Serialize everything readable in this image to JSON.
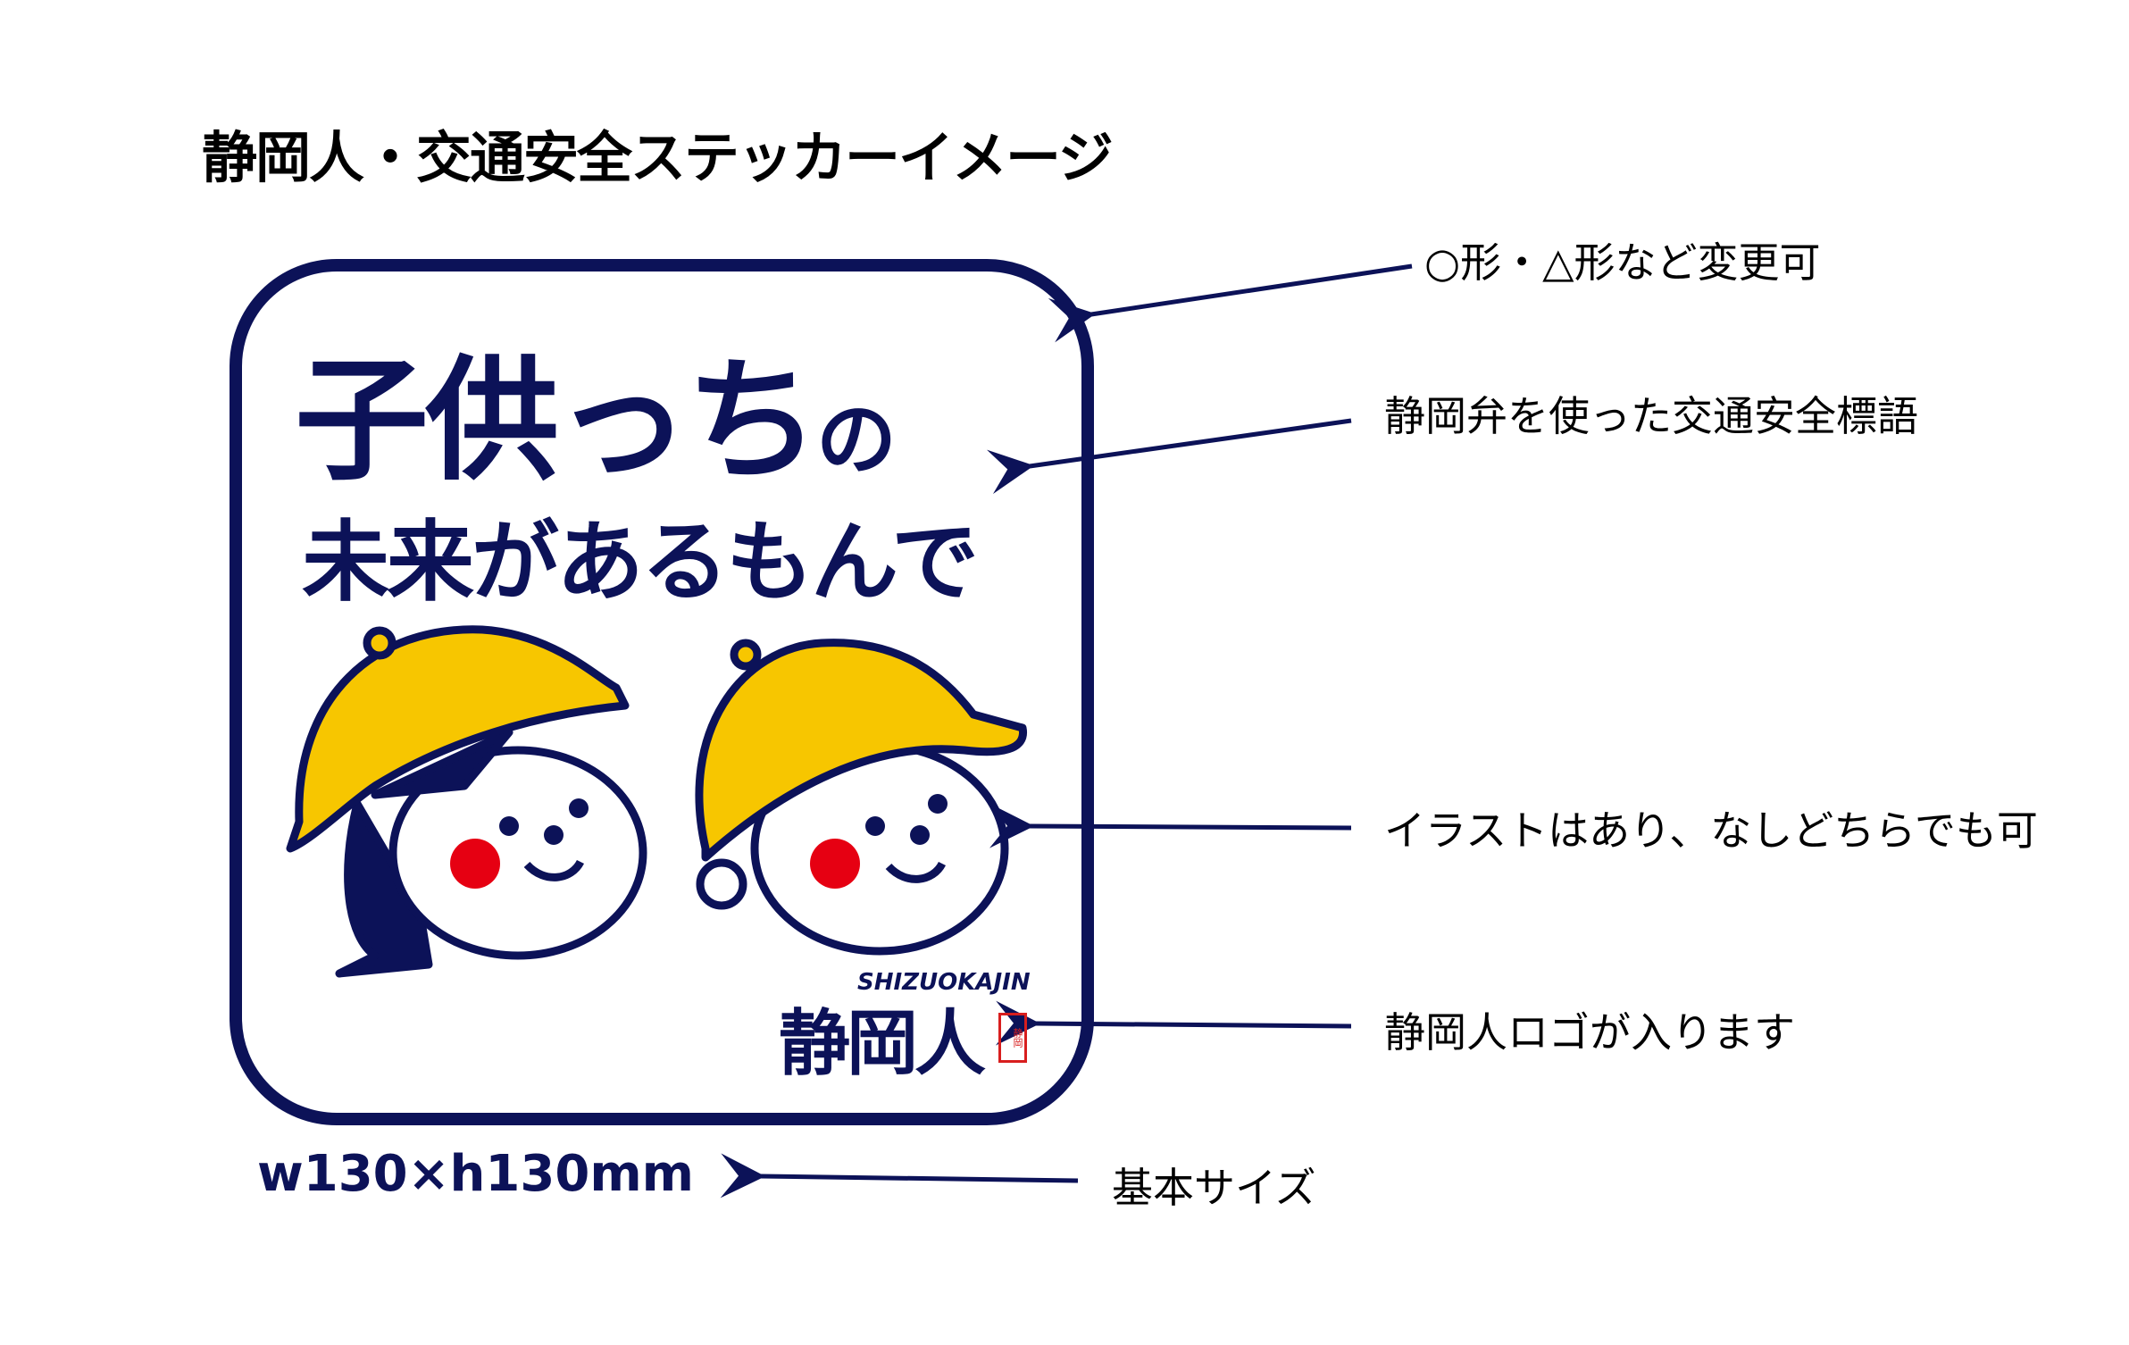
{
  "title": "静岡人・交通安全ステッカーイメージ",
  "sticker": {
    "slogan_line1_main": "子供っち",
    "slogan_line1_small": "の",
    "slogan_line2": "未来があるもんで",
    "logo": {
      "main": "静岡人",
      "sub": "SHIZUOKAJIN",
      "seal": "静岡"
    }
  },
  "size_label": "w130×h130mm",
  "annotations": [
    "○形・△形など変更可",
    "静岡弁を使った交通安全標語",
    "イラストはあり、なしどちらでも可",
    "静岡人ロゴが入ります",
    "基本サイズ"
  ],
  "colors": {
    "navy": "#0c1258",
    "yellow": "#f7c600",
    "cheek_red": "#e60012"
  }
}
